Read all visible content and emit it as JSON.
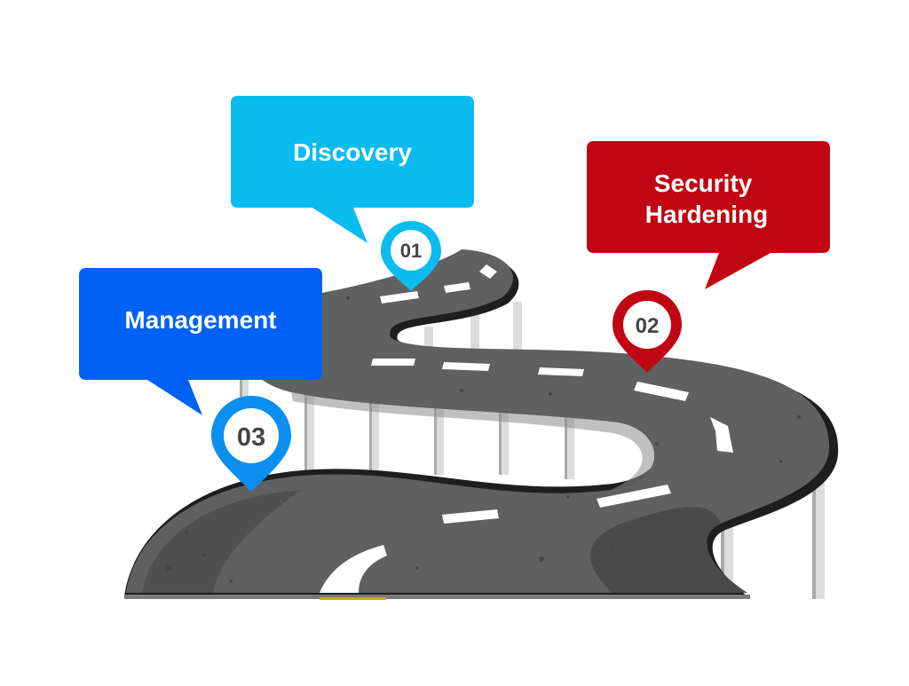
{
  "steps": [
    {
      "number": "01",
      "label": "Discovery",
      "color": "#0ABCEF",
      "icon": "map-pin-icon"
    },
    {
      "number": "02",
      "label": "Security Hardening",
      "label_lines": [
        "Security",
        "Hardening"
      ],
      "color": "#C00612",
      "icon": "map-pin-icon"
    },
    {
      "number": "03",
      "label": "Management",
      "color": "#0062F5",
      "icon": "map-pin-icon"
    }
  ],
  "colors": {
    "road": "#606060",
    "road_dark": "#4a4a4a",
    "road_edge": "#1e1e1e",
    "lane_marking": "#ffffff",
    "pillar": "#dcdcdc",
    "pillar_shade": "#a9a9a9",
    "ground_line": "#7a7a7a"
  }
}
